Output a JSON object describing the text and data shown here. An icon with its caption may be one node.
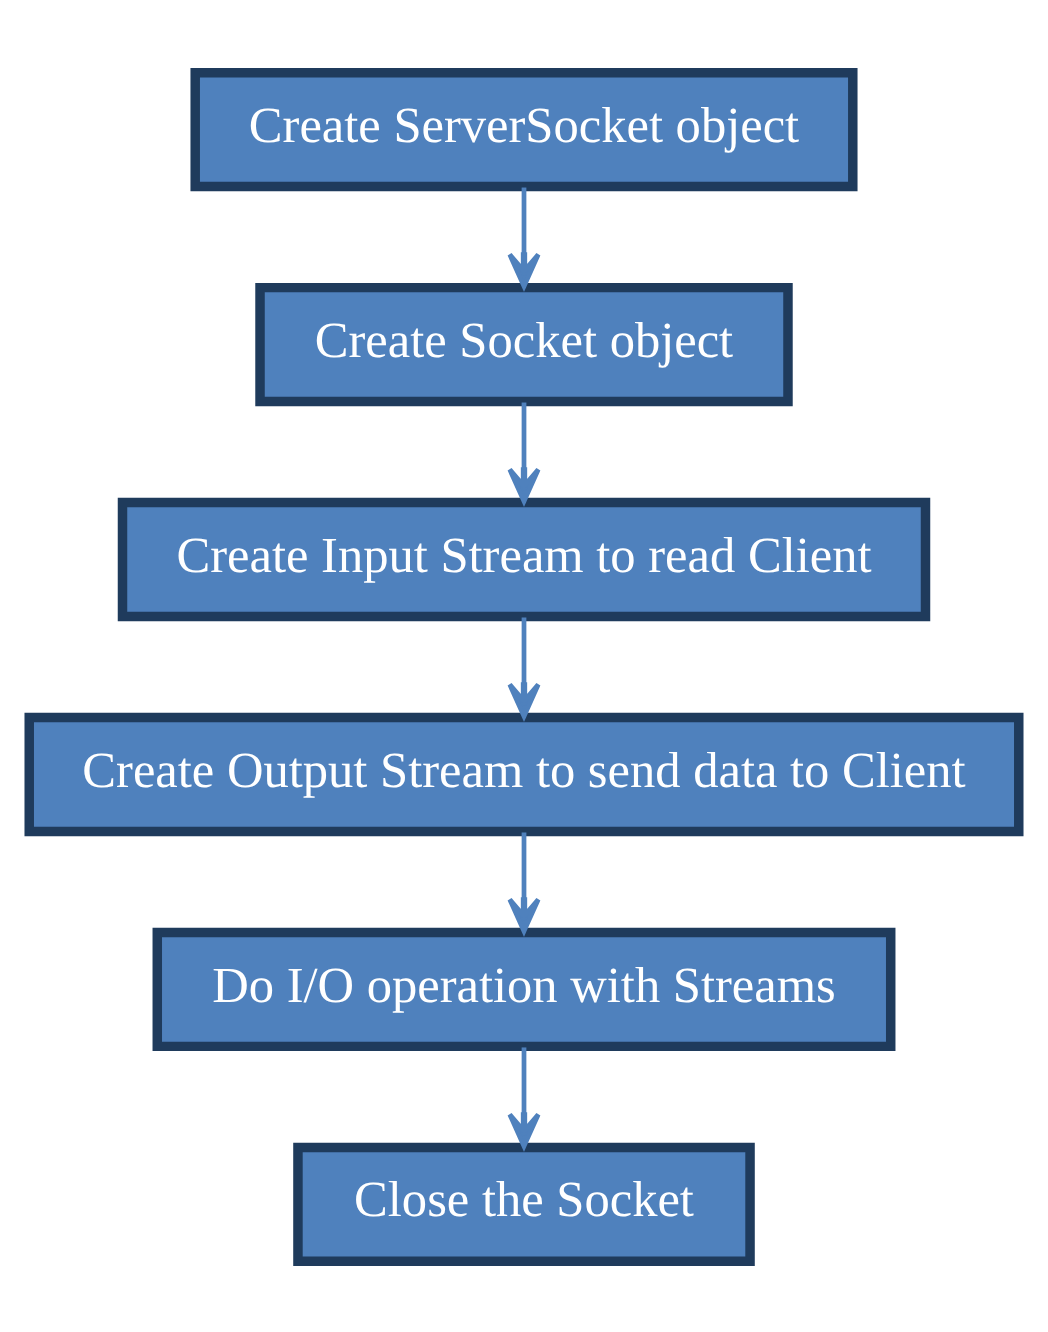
{
  "diagram": {
    "nodes": [
      {
        "text": [
          "Create ServerSocket object"
        ]
      },
      {
        "text": [
          "Create Socket object"
        ]
      },
      {
        "text": [
          "Create Input Stream to read Client"
        ]
      },
      {
        "text": [
          "Create Output Stream to send data to Client"
        ]
      },
      {
        "text": [
          "Do I/O operation with Streams"
        ]
      },
      {
        "text": [
          "Close the Socket"
        ]
      }
    ],
    "edges": [
      {
        "from": 0,
        "to": 1,
        "arrow": "to"
      },
      {
        "from": 1,
        "to": 2,
        "arrow": "to"
      },
      {
        "from": 2,
        "to": 3,
        "arrow": "to"
      },
      {
        "from": 3,
        "to": 4,
        "arrow": "to"
      },
      {
        "from": 4,
        "to": 5,
        "arrow": "to"
      }
    ]
  }
}
